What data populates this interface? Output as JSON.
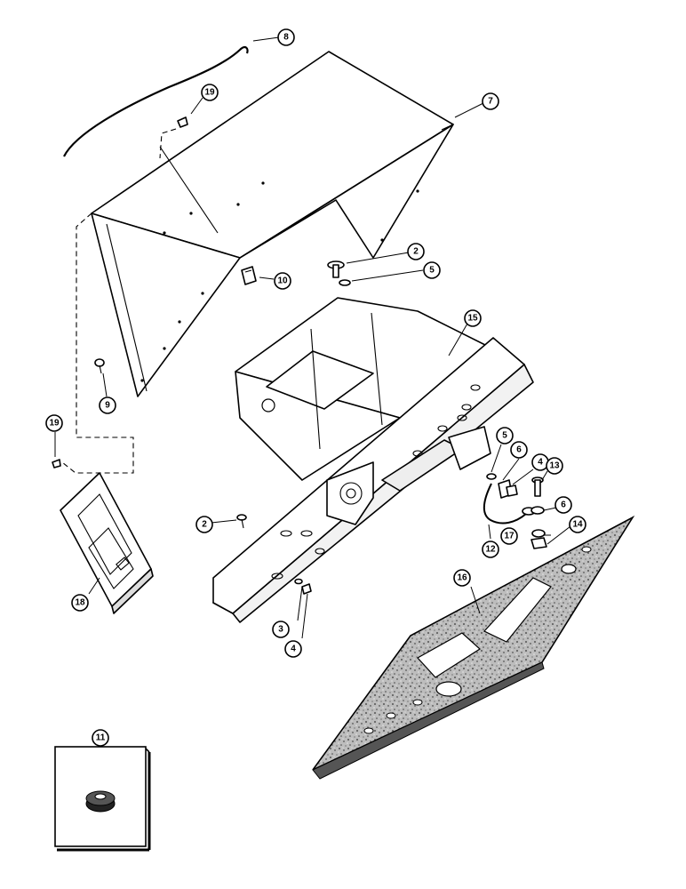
{
  "callouts": {
    "c2a": "2",
    "c2b": "2",
    "c3": "3",
    "c4a": "4",
    "c4b": "4",
    "c5a": "5",
    "c5b": "5",
    "c6a": "6",
    "c6b": "6",
    "c7": "7",
    "c8": "8",
    "c9": "9",
    "c10": "10",
    "c11": "11",
    "c12": "12",
    "c13": "13",
    "c14": "14",
    "c15": "15",
    "c16": "16",
    "c17": "17",
    "c18": "18",
    "c19a": "19",
    "c19b": "19"
  }
}
